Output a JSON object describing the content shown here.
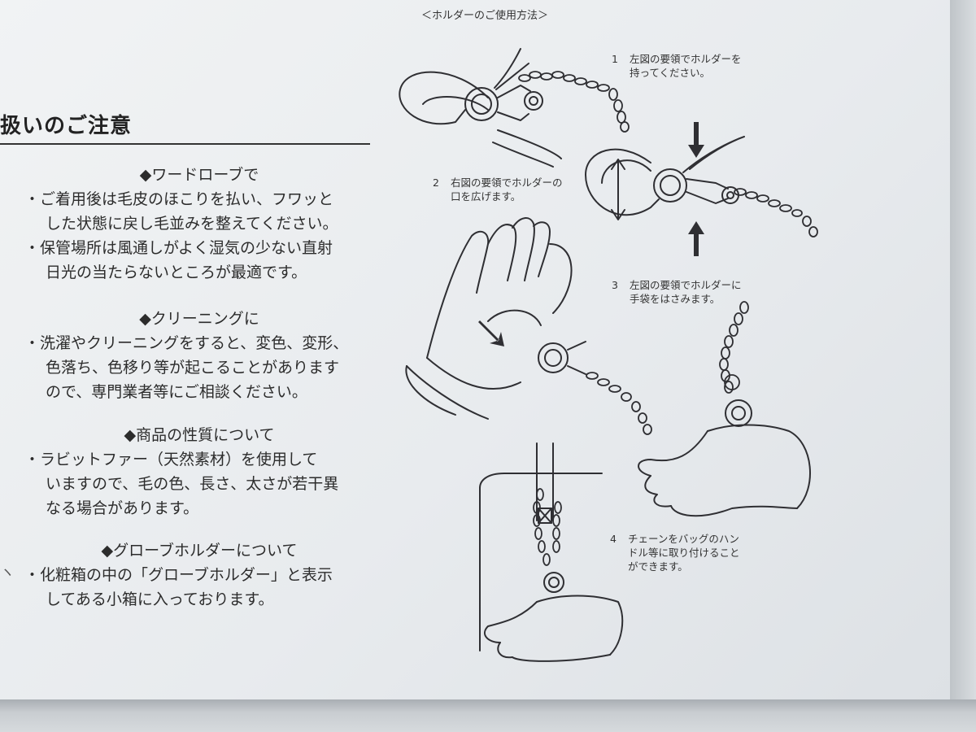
{
  "heading": "扱いのご注意",
  "sections": [
    {
      "title": "◆ワードローブで",
      "items": [
        [
          "・ご着用後は毛皮のほこりを払い、フワッと",
          "した状態に戻し毛並みを整えてください。"
        ],
        [
          "・保管場所は風通しがよく湿気の少ない直射",
          "日光の当たらないところが最適です。"
        ]
      ]
    },
    {
      "title": "◆クリーニングに",
      "items": [
        [
          "・洗濯やクリーニングをすると、変色、変形、",
          "色落ち、色移り等が起こることがあります",
          "ので、専門業者等にご相談ください。"
        ]
      ]
    },
    {
      "title": "◆商品の性質について",
      "items": [
        [
          "・ラビットファー（天然素材）を使用して",
          "いますので、毛の色、長さ、太さが若干異",
          "なる場合があります。"
        ]
      ]
    },
    {
      "title": "◆グローブホルダーについて",
      "items": [
        [
          "・化粧箱の中の「グローブホルダー」と表示",
          "してある小箱に入っております。"
        ]
      ]
    }
  ],
  "usage": {
    "title": "＜ホルダーのご使用方法＞",
    "steps": [
      {
        "num": "1",
        "lines": [
          "左図の要領でホルダーを",
          "持ってください。"
        ]
      },
      {
        "num": "2",
        "lines": [
          "右図の要領でホルダーの",
          "口を広げます。"
        ]
      },
      {
        "num": "3",
        "lines": [
          "左図の要領でホルダーに",
          "手袋をはさみます。"
        ]
      },
      {
        "num": "4",
        "lines": [
          "チェーンをバッグのハン",
          "ドル等に取り付けること",
          "ができます。"
        ]
      }
    ]
  },
  "colors": {
    "ink": "#2a2a2e",
    "paper": "#eef0f2"
  },
  "icons": [
    "holder-illustration",
    "arrow-icon",
    "double-arrow-icon",
    "glove-illustration",
    "bag-illustration"
  ]
}
